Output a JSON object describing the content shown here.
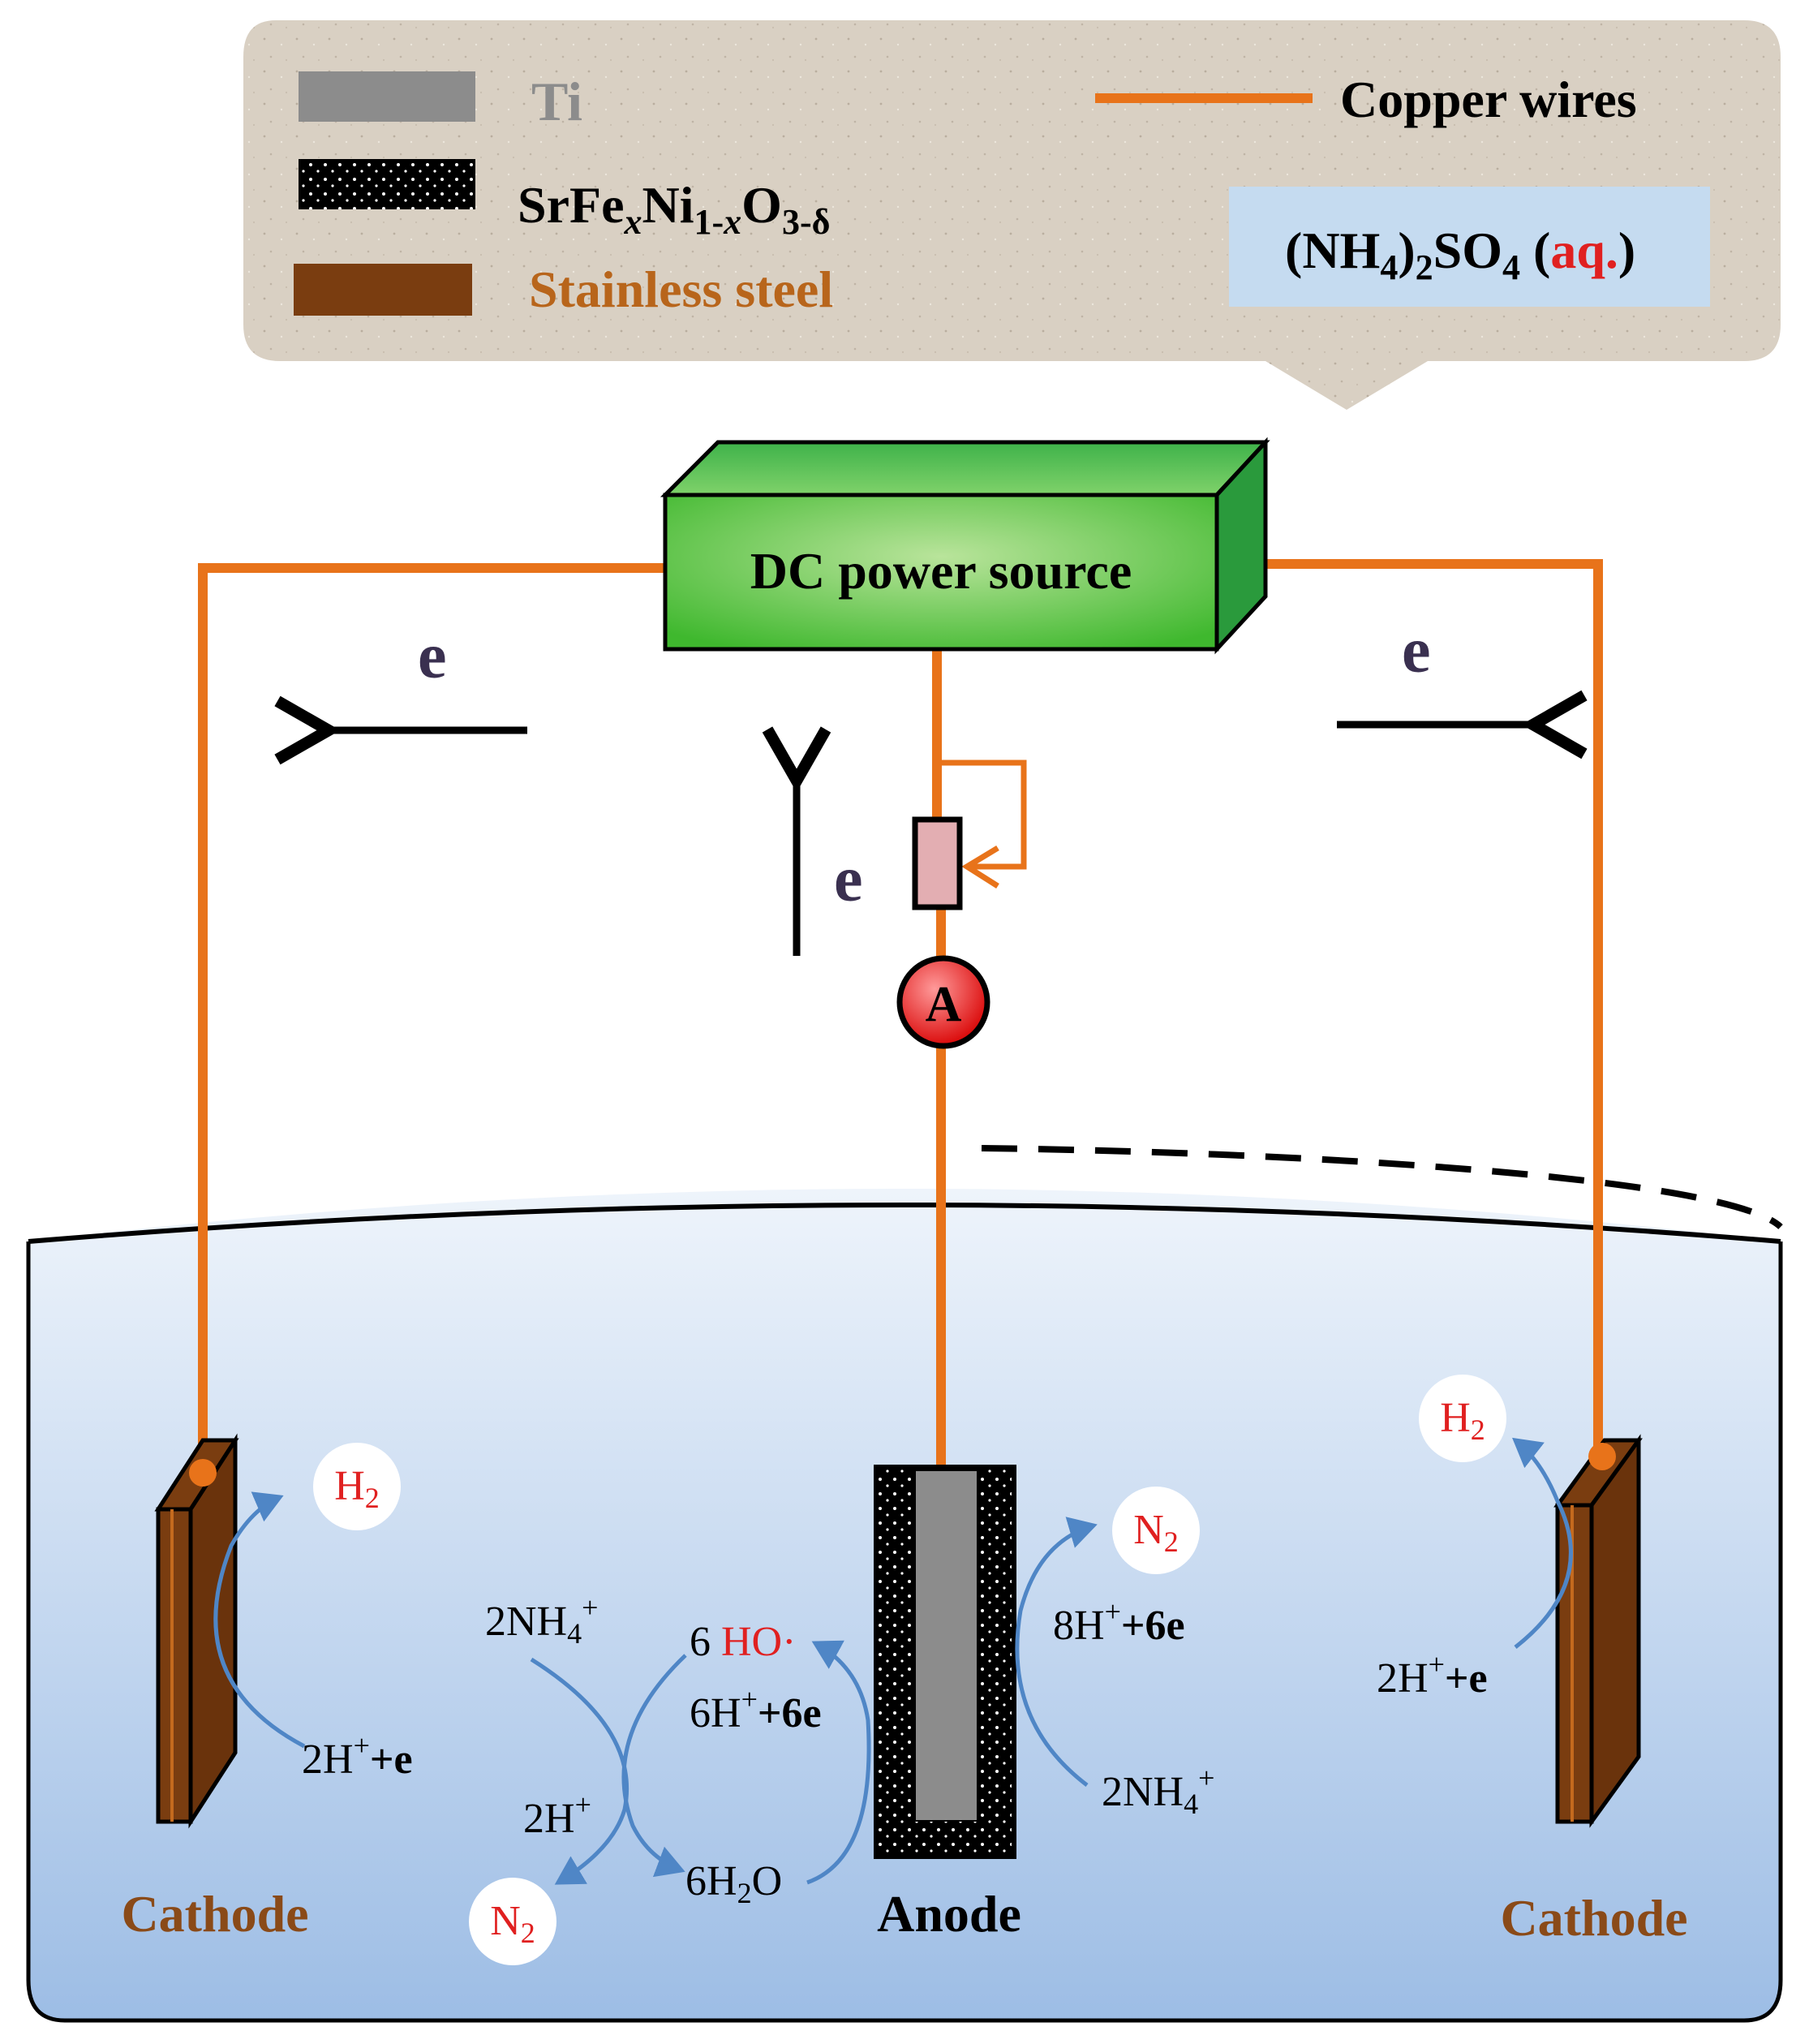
{
  "legend": {
    "ti": "Ti",
    "catalyst_base": "SrFe",
    "catalyst_x": "x",
    "catalyst_ni": "Ni",
    "catalyst_sub": "1-",
    "catalyst_x2": "x",
    "catalyst_o": "O",
    "catalyst_osub": "3-δ",
    "steel": "Stainless steel",
    "copper": "Copper wires",
    "electrolyte_pre": "(NH",
    "electrolyte_sub1": "4",
    "electrolyte_mid": ")",
    "electrolyte_sub2": "2",
    "electrolyte_so": "SO",
    "electrolyte_sub3": "4",
    "electrolyte_aq": "aq."
  },
  "power_source": "DC power source",
  "electron": "e",
  "ammeter": "A",
  "electrodes": {
    "cathode_left": "Cathode",
    "anode": "Anode",
    "cathode_right": "Cathode"
  },
  "reactions": {
    "h2_left": "H",
    "h2_left_sub": "2",
    "h2_right": "H",
    "h2_right_sub": "2",
    "cathode_left_eq": "2H",
    "cathode_right_eq": "2H",
    "plus": "+",
    "plus_e": "+e",
    "anode_n2": "N",
    "anode_n2_sub": "2",
    "anode_h": "8H",
    "anode_e": "+6e",
    "nh4_right": "2NH",
    "nh4_sub": "4",
    "nh4_left": "2NH",
    "ho_count": "6 ",
    "ho": "HO·",
    "h6": "6H",
    "h6e": "+6e",
    "h2plus": "2H",
    "water_pre": "6H",
    "water_sub": "2",
    "water_o": "O",
    "n2_bottom": "N",
    "n2_bottom_sub": "2"
  },
  "colors": {
    "copper": "#e8731a",
    "steel": "#7a3d10",
    "ti": "#8c8c8c",
    "panel": "#d8cfc2",
    "electrolyte_box": "#c5dbf0",
    "power_green": "#49c23a",
    "arrow_blue": "#4f86c6",
    "red": "#e02020"
  }
}
